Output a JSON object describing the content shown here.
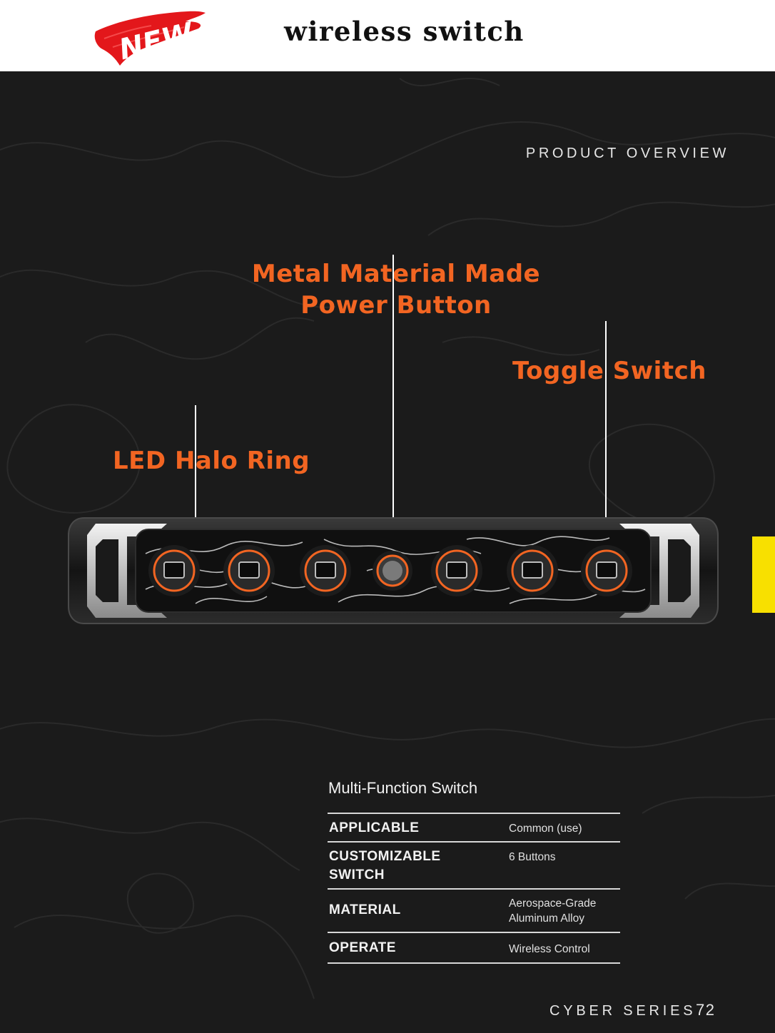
{
  "header": {
    "badge_text": "NEW",
    "title": "wireless switch"
  },
  "section_label": "PRODUCT OVERVIEW",
  "callouts": {
    "power_line1": "Metal Material Made",
    "power_line2": "Power Button",
    "toggle": "Toggle Switch",
    "led": "LED Halo Ring"
  },
  "colors": {
    "accent": "#f26522",
    "background": "#1b1b1b",
    "tab": "#f8e000"
  },
  "specs": {
    "title": "Multi-Function Switch",
    "rows": [
      {
        "label": "APPLICABLE",
        "value": "Common (use)"
      },
      {
        "label": "CUSTOMIZABLE SWITCH",
        "value": "6 Buttons"
      },
      {
        "label": "MATERIAL",
        "value": "Aerospace-Grade Aluminum Alloy"
      },
      {
        "label": "OPERATE",
        "value": "Wireless Control"
      }
    ]
  },
  "footer": {
    "series": "CYBER SERIES",
    "page_number": "72"
  }
}
